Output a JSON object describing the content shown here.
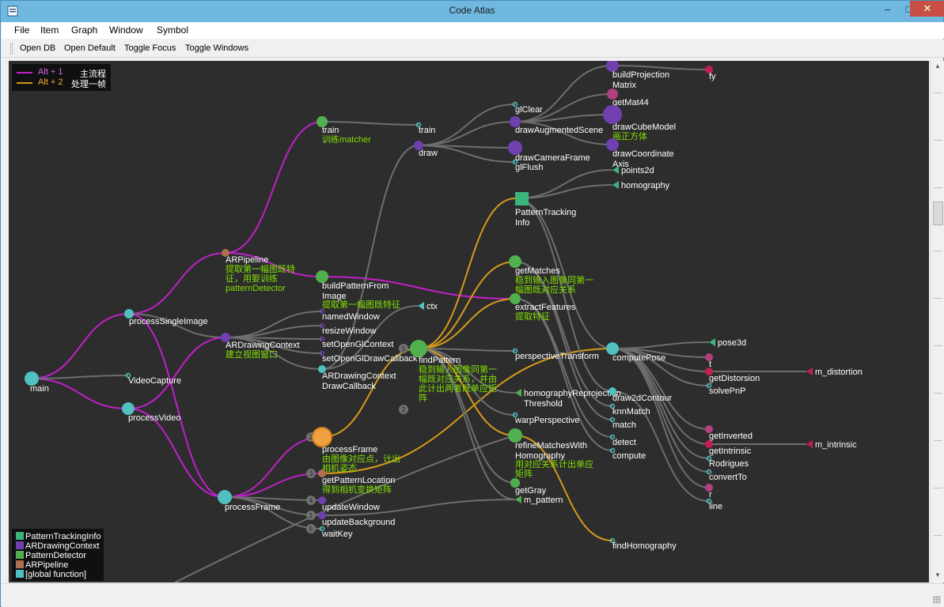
{
  "window": {
    "title": "Code Atlas"
  },
  "menu": [
    "File",
    "Item",
    "Graph",
    "Window",
    "Symbol"
  ],
  "toolbar": [
    "Open DB",
    "Open Default",
    "Toggle Focus",
    "Toggle Windows"
  ],
  "legend_top": [
    {
      "key": "Alt + 1",
      "desc": "主流程",
      "color": "#c020c8"
    },
    {
      "key": "Alt + 2",
      "desc": "处理一帧",
      "color": "#d49a1a"
    }
  ],
  "legend_classes": [
    {
      "label": "PatternTrackingInfo",
      "color": "#3cb47c"
    },
    {
      "label": "ARDrawingContext",
      "color": "#7040b0"
    },
    {
      "label": "PatternDetector",
      "color": "#50b050"
    },
    {
      "label": "ARPipeline",
      "color": "#b07050"
    },
    {
      "label": "[global function]",
      "color": "#50c0c0"
    }
  ],
  "colors": {
    "canvas": "#2d2d2d",
    "edge_gray": "#6e6e6e",
    "edge_magenta": "#c020c8",
    "edge_orange": "#d49a1a",
    "label": "#ffffff",
    "comment": "#80e000",
    "global": "#50c0c0",
    "pattern_detector": "#50b050",
    "tracking_info": "#3cb47c",
    "drawing_context": "#7040b0",
    "pipeline": "#b07050",
    "member": "#b04080",
    "member_alt": "#c02050",
    "highlight": "#f0a040"
  },
  "graph": {
    "nodes": [
      {
        "id": "main",
        "lines": [
          "main"
        ],
        "color": "global"
      },
      {
        "id": "processSingleImage",
        "lines": [
          "processSingleImage"
        ],
        "color": "global"
      },
      {
        "id": "VideoCapture",
        "lines": [
          "VideoCapture"
        ],
        "color": "global"
      },
      {
        "id": "processVideo",
        "lines": [
          "processVideo"
        ],
        "color": "global"
      },
      {
        "id": "processFrame",
        "lines": [
          "processFrame"
        ],
        "color": "global"
      },
      {
        "id": "ARPipeline",
        "lines": [
          "ARPipeline"
        ],
        "comment": [
          "提取第一幅图既特",
          "征，用娶训练",
          "patternDetector"
        ],
        "color": "pipeline"
      },
      {
        "id": "ARDrawingContext",
        "lines": [
          "ARDrawingContext"
        ],
        "comment": [
          "建立视图窗口"
        ],
        "color": "drawing_context"
      },
      {
        "id": "train1",
        "lines": [
          "train"
        ],
        "comment": [
          "训练matcher"
        ],
        "color": "pattern_detector"
      },
      {
        "id": "buildPatternFromImage",
        "lines": [
          "buildPatternFrom",
          "Image"
        ],
        "comment": [
          "提取第一幅图既特征"
        ],
        "color": "pattern_detector"
      },
      {
        "id": "ctx",
        "lines": [
          "ctx"
        ],
        "color": "global"
      },
      {
        "id": "namedWindow",
        "lines": [
          "namedWindow"
        ],
        "color": "drawing_context"
      },
      {
        "id": "resizeWindow",
        "lines": [
          "resizeWindow"
        ],
        "color": "drawing_context"
      },
      {
        "id": "setOpenGlContext",
        "lines": [
          "setOpenGlContext"
        ],
        "color": "drawing_context"
      },
      {
        "id": "setOpenGlDrawCallback",
        "lines": [
          "setOpenGlDrawCallback"
        ],
        "color": "drawing_context"
      },
      {
        "id": "ARDrawingContextDrawCallback",
        "lines": [
          "ARDrawingContext",
          "DrawCallback"
        ],
        "color": "global"
      },
      {
        "id": "processFrame2",
        "lines": [
          "processFrame"
        ],
        "comment": [
          "由图像对应点，计出",
          "相机姿态"
        ],
        "color": "highlight"
      },
      {
        "id": "getPatternLocation",
        "lines": [
          "getPatternLocation"
        ],
        "comment": [
          "得到相机变换矩阵"
        ],
        "color": "pipeline"
      },
      {
        "id": "updateWindow",
        "lines": [
          "updateWindow"
        ],
        "color": "drawing_context"
      },
      {
        "id": "updateBackground",
        "lines": [
          "updateBackground"
        ],
        "color": "drawing_context"
      },
      {
        "id": "waitKey",
        "lines": [
          "waitKey"
        ],
        "color": "global"
      },
      {
        "id": "train2",
        "lines": [
          "train"
        ],
        "color": "global"
      },
      {
        "id": "draw",
        "lines": [
          "draw"
        ],
        "color": "drawing_context"
      },
      {
        "id": "findPattern",
        "lines": [
          "findPattern"
        ],
        "comment": [
          "稳到输入图像同第一",
          "幅既对应关系，并由",
          "此计出两者既单应矩",
          "阵"
        ],
        "color": "pattern_detector"
      },
      {
        "id": "glClear",
        "lines": [
          "glClear"
        ],
        "color": "global"
      },
      {
        "id": "drawAugmentedScene",
        "lines": [
          "drawAugmentedScene"
        ],
        "color": "drawing_context"
      },
      {
        "id": "drawCameraFrame",
        "lines": [
          "drawCameraFrame"
        ],
        "color": "drawing_context"
      },
      {
        "id": "glFlush",
        "lines": [
          "glFlush"
        ],
        "color": "global"
      },
      {
        "id": "buildProjectionMatrix",
        "lines": [
          "buildProjection",
          "Matrix"
        ],
        "color": "drawing_context"
      },
      {
        "id": "fy",
        "lines": [
          "fy"
        ],
        "color": "member_alt"
      },
      {
        "id": "getMat44",
        "lines": [
          "getMat44"
        ],
        "color": "member"
      },
      {
        "id": "drawCubeModel",
        "lines": [
          "drawCubeModel"
        ],
        "comment": [
          "画正方体"
        ],
        "color": "drawing_context"
      },
      {
        "id": "drawCoordinateAxis",
        "lines": [
          "drawCoordinate",
          "Axis"
        ],
        "color": "drawing_context"
      },
      {
        "id": "PatternTrackingInfo",
        "lines": [
          "PatternTracking",
          "Info"
        ],
        "color": "tracking_info"
      },
      {
        "id": "points2d",
        "lines": [
          "points2d"
        ],
        "color": "tracking_info"
      },
      {
        "id": "homography",
        "lines": [
          "homography"
        ],
        "color": "tracking_info"
      },
      {
        "id": "getMatches",
        "lines": [
          "getMatches"
        ],
        "comment": [
          "稳到输入图像同第一",
          "幅图既对应关系"
        ],
        "color": "pattern_detector"
      },
      {
        "id": "extractFeatures",
        "lines": [
          "extractFeatures"
        ],
        "comment": [
          "提取特征"
        ],
        "color": "pattern_detector"
      },
      {
        "id": "perspectiveTransform",
        "lines": [
          "perspectiveTransform"
        ],
        "color": "global"
      },
      {
        "id": "homographyReprojectionThreshold",
        "lines": [
          "homographyReprojection",
          "Threshold"
        ],
        "color": "pattern_detector"
      },
      {
        "id": "warpPerspective",
        "lines": [
          "warpPerspective"
        ],
        "color": "global"
      },
      {
        "id": "refineMatchesWithHomography",
        "lines": [
          "refineMatchesWith",
          "Homography"
        ],
        "comment": [
          "用对应关系计出单应",
          "矩阵"
        ],
        "color": "pattern_detector"
      },
      {
        "id": "getGray",
        "lines": [
          "getGray"
        ],
        "color": "pattern_detector"
      },
      {
        "id": "m_pattern",
        "lines": [
          "m_pattern"
        ],
        "color": "pattern_detector"
      },
      {
        "id": "findHomography",
        "lines": [
          "findHomography"
        ],
        "color": "global"
      },
      {
        "id": "computePose",
        "lines": [
          "computePose"
        ],
        "color": "global"
      },
      {
        "id": "pose3d",
        "lines": [
          "pose3d"
        ],
        "color": "tracking_info"
      },
      {
        "id": "t",
        "lines": [
          "t"
        ],
        "color": "member"
      },
      {
        "id": "getDistorsion",
        "lines": [
          "getDistorsion"
        ],
        "color": "member_alt"
      },
      {
        "id": "m_distortion",
        "lines": [
          "m_distortion"
        ],
        "color": "member_alt"
      },
      {
        "id": "solvePnP",
        "lines": [
          "solvePnP"
        ],
        "color": "global"
      },
      {
        "id": "draw2dContour",
        "lines": [
          "draw2dContour"
        ],
        "color": "global"
      },
      {
        "id": "knnMatch",
        "lines": [
          "knnMatch"
        ],
        "color": "global"
      },
      {
        "id": "match",
        "lines": [
          "match"
        ],
        "color": "global"
      },
      {
        "id": "detect",
        "lines": [
          "detect"
        ],
        "color": "global"
      },
      {
        "id": "compute",
        "lines": [
          "compute"
        ],
        "color": "global"
      },
      {
        "id": "getInverted",
        "lines": [
          "getInverted"
        ],
        "color": "member"
      },
      {
        "id": "getIntrinsic",
        "lines": [
          "getIntrinsic"
        ],
        "color": "member_alt"
      },
      {
        "id": "m_intrinsic",
        "lines": [
          "m_intrinsic"
        ],
        "color": "member_alt"
      },
      {
        "id": "Rodrigues",
        "lines": [
          "Rodrigues"
        ],
        "color": "global"
      },
      {
        "id": "convertTo",
        "lines": [
          "convertTo"
        ],
        "color": "global"
      },
      {
        "id": "r",
        "lines": [
          "r"
        ],
        "color": "member"
      },
      {
        "id": "line",
        "lines": [
          "line"
        ],
        "color": "global"
      }
    ],
    "order_badges": [
      "1",
      "2",
      "2",
      "3",
      "4",
      "1",
      "5"
    ]
  }
}
